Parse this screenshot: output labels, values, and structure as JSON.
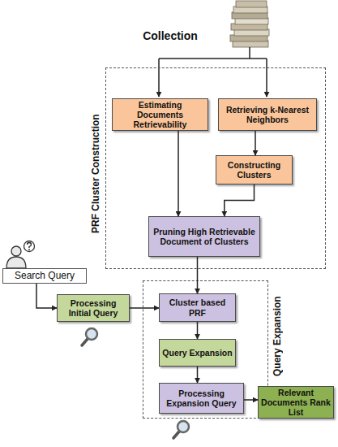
{
  "diagram": {
    "nodes": [
      {
        "text": [
          "PRF Cluster Construction"
        ]
      },
      {
        "text": [
          "Estimating Documents Retrievability"
        ],
        "in": 0
      },
      {
        "text": [
          "Retrieving k-Nearest Neighbors"
        ],
        "in": 0
      },
      {
        "text": [
          "Constructing Clusters"
        ],
        "in": 0
      },
      {
        "text": [
          "Pruning High Retrievable Document of Clusters"
        ],
        "in": 0
      },
      {
        "text": [
          "Search Query"
        ]
      },
      {
        "text": [
          "Processing Initial Query"
        ]
      },
      {
        "text": [
          "Query Expansion"
        ]
      },
      {
        "text": [
          "Cluster based PRF"
        ],
        "in": 7
      },
      {
        "text": [
          "Query Expansion"
        ],
        "in": 7
      },
      {
        "text": [
          "Processing Expansion Query"
        ],
        "in": 7
      },
      {
        "text": [
          "Relevant Documents Rank List"
        ]
      }
    ],
    "edges": [
      {
        "from": 2,
        "to": 3,
        "arrow": "to"
      },
      {
        "from": 1,
        "to": 4,
        "arrow": "to"
      },
      {
        "from": 3,
        "to": 4,
        "arrow": "to"
      },
      {
        "from": 4,
        "to": 8,
        "arrow": "to"
      },
      {
        "from": 5,
        "to": 6,
        "arrow": "to"
      },
      {
        "from": 6,
        "to": 8,
        "arrow": "to"
      },
      {
        "from": 8,
        "to": 9,
        "arrow": "to"
      },
      {
        "from": 9,
        "to": 10,
        "arrow": "to"
      },
      {
        "from": 10,
        "to": 11,
        "arrow": "to"
      }
    ],
    "labels": [
      "Collection"
    ]
  }
}
